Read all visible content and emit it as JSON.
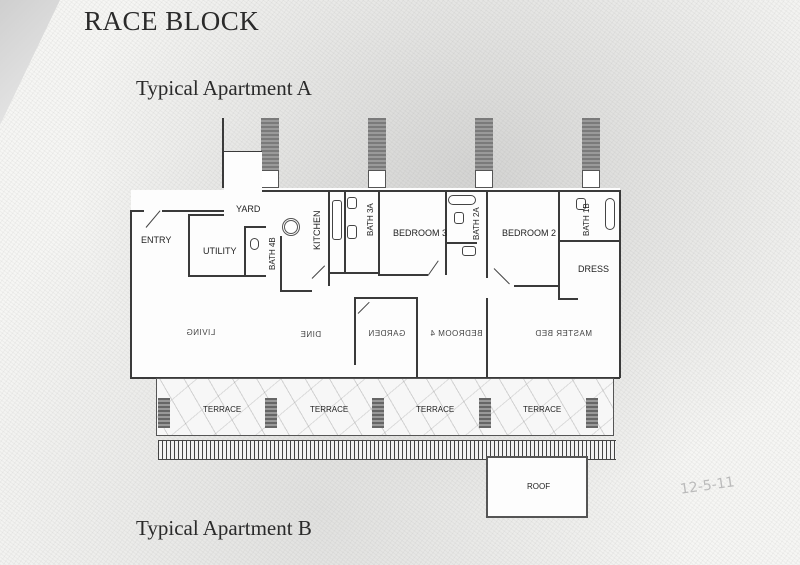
{
  "document": {
    "header_title": "RACE BLOCK",
    "header_title_note": "truncated by scan; left portion cut off",
    "section_a_title": "Typical Apartment A",
    "section_b_title": "Typical Apartment B"
  },
  "floor_plan": {
    "upper_rooms": [
      {
        "id": "entry",
        "label": "ENTRY"
      },
      {
        "id": "utility",
        "label": "UTILITY"
      },
      {
        "id": "yard",
        "label": "YARD"
      },
      {
        "id": "bath4b",
        "label": "BATH 4B"
      },
      {
        "id": "kitchen",
        "label": "KITCHEN"
      },
      {
        "id": "bath3a",
        "label": "BATH 3A"
      },
      {
        "id": "bedroom3",
        "label": "BEDROOM 3"
      },
      {
        "id": "bath2a",
        "label": "BATH 2A"
      },
      {
        "id": "bedroom2",
        "label": "BEDROOM 2"
      },
      {
        "id": "bath1b",
        "label": "BATH 1B"
      },
      {
        "id": "dress",
        "label": "DRESS"
      }
    ],
    "lower_rooms_mirrored": [
      {
        "id": "lower-1",
        "label": "LIVING"
      },
      {
        "id": "lower-2",
        "label": "DINE"
      },
      {
        "id": "lower-3",
        "label": "GARDEN"
      },
      {
        "id": "lower-4",
        "label": "BEDROOM 4"
      },
      {
        "id": "lower-5",
        "label": "MASTER BED"
      }
    ],
    "terraces": [
      {
        "label": "TERRACE"
      },
      {
        "label": "TERRACE"
      },
      {
        "label": "TERRACE"
      },
      {
        "label": "TERRACE"
      }
    ],
    "roof_label": "ROOF"
  },
  "annotations": {
    "handwritten_note": "12-5-11"
  }
}
